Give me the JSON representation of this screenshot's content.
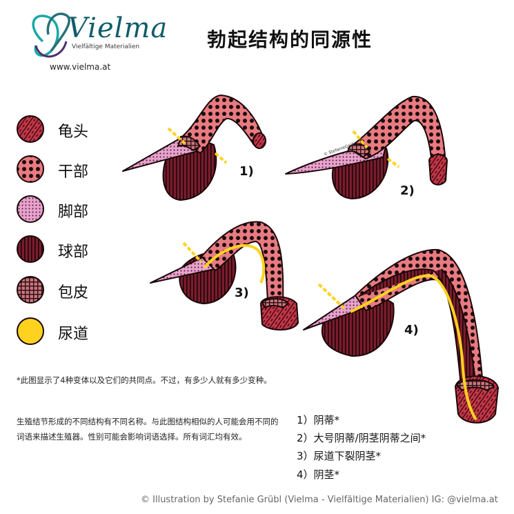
{
  "logo": {
    "brand": "Vielma",
    "subtitle": "Vielfältige Materialien",
    "url": "www.vielma.at"
  },
  "title": "勃起结构的同源性",
  "legend": [
    {
      "key": "glans",
      "label": "龟头",
      "color": "#c23646"
    },
    {
      "key": "shaft",
      "label": "干部",
      "color": "#e87a80"
    },
    {
      "key": "crura",
      "label": "脚部",
      "color": "#e9a3cc"
    },
    {
      "key": "bulb",
      "label": "球部",
      "color": "#7a1c2c"
    },
    {
      "key": "hood",
      "label": "包皮",
      "color": "#c7757c"
    },
    {
      "key": "urethra",
      "label": "尿道",
      "color": "#ffd21f"
    }
  ],
  "variants": [
    {
      "label": "1)"
    },
    {
      "label": "2)"
    },
    {
      "label": "3)"
    },
    {
      "label": "4)"
    }
  ],
  "notes": {
    "note1": "*此图显示了4种变体以及它们的共同点。不过，有多少人就有多少变种。",
    "note2": "生殖结节形成的不同结构有不同名称。与此图结构相似的人可能会用不同的词语来描述生殖器。性别可能会影响词语选择。所有词汇均有效。"
  },
  "list": [
    "1）阴蒂*",
    "2）大号阴蒂/阴茎阴蒂之间*",
    "3）尿道下裂阴茎*",
    "4）阴茎*"
  ],
  "credit": "© Illustration by Stefanie Grübl (Vielma - Vielfältige Materialien) IG: @vielma.at"
}
